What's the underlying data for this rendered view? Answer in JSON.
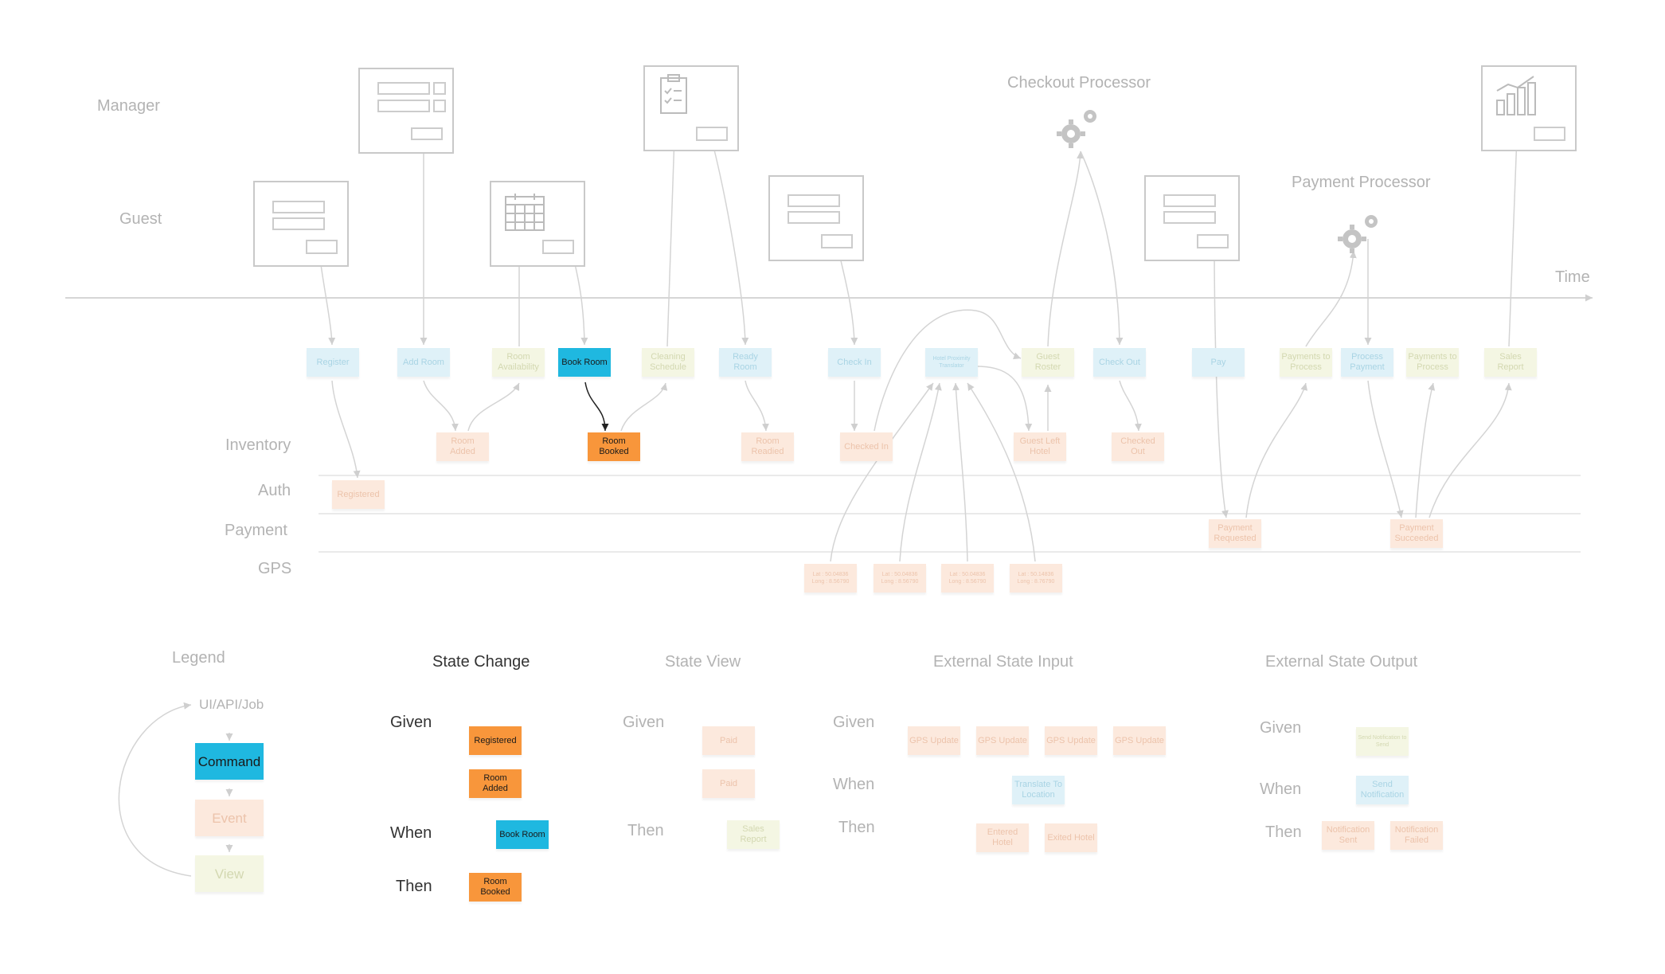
{
  "lanes": {
    "manager": "Manager",
    "guest": "Guest",
    "time": "Time",
    "inventory": "Inventory",
    "auth": "Auth",
    "payment": "Payment",
    "gps": "GPS"
  },
  "processors": {
    "checkout": "Checkout Processor",
    "payment": "Payment Processor"
  },
  "commands": {
    "register": "Register",
    "add_room": "Add Room",
    "book_room": "Book Room",
    "ready_room": "Ready Room",
    "check_in": "Check In",
    "hotel_proximity": "Hotel Proximity Translator",
    "check_out": "Check Out",
    "pay": "Pay",
    "process_payment": "Process Payment"
  },
  "views": {
    "room_availability": "Room Availability",
    "cleaning_schedule": "Cleaning Schedule",
    "guest_roster": "Guest Roster",
    "payments_to_process_1": "Payments to Process",
    "payments_to_process_2": "Payments to Process",
    "sales_report": "Sales Report"
  },
  "events": {
    "registered": "Registered",
    "room_added": "Room Added",
    "room_booked": "Room Booked",
    "room_readied": "Room Readied",
    "checked_in": "Checked In",
    "guest_left_hotel": "Guest Left Hotel",
    "checked_out": "Checked Out",
    "payment_requested": "Payment Requested",
    "payment_succeeded": "Payment Succeeded",
    "gps1": "Lat : 50.04836 Long : 8.56790",
    "gps2": "Lat : 50.04836 Long : 8.56790",
    "gps3": "Lat : 50.04836 Long : 8.56790",
    "gps4": "Lat : 50.14836 Long : 8.76790"
  },
  "legend": {
    "title": "Legend",
    "ui": "UI/API/Job",
    "command": "Command",
    "event": "Event",
    "view": "View"
  },
  "state_change": {
    "title": "State Change",
    "given": "Given",
    "when": "When",
    "then": "Then",
    "given_1": "Registered",
    "given_2": "Room Added",
    "when_1": "Book Room",
    "then_1": "Room Booked"
  },
  "state_view": {
    "title": "State View",
    "given": "Given",
    "then": "Then",
    "given_1": "Paid",
    "given_2": "Paid",
    "then_1": "Sales Report"
  },
  "ext_input": {
    "title": "External State Input",
    "given": "Given",
    "when": "When",
    "then": "Then",
    "given_1": "GPS Update",
    "given_2": "GPS Update",
    "given_3": "GPS Update",
    "given_4": "GPS Update",
    "when_1": "Translate To Location",
    "then_1": "Entered Hotel",
    "then_2": "Exited Hotel"
  },
  "ext_output": {
    "title": "External State Output",
    "given": "Given",
    "when": "When",
    "then": "Then",
    "given_1": "Send Notification to Send",
    "when_1": "Send Notification",
    "then_1": "Notification Sent",
    "then_2": "Notification Failed"
  },
  "colors": {
    "command_active": "#1fb8e0",
    "event_active": "#f8963b",
    "command_faded": "#dff1f8",
    "event_faded": "#fce9dd",
    "view_faded": "#f4f6e3"
  }
}
